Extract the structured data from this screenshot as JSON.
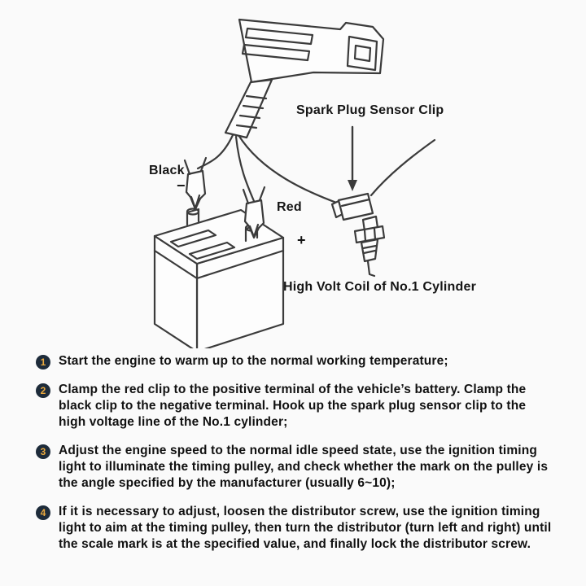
{
  "diagram": {
    "labels": {
      "sensor_clip": "Spark Plug Sensor Clip",
      "black": "Black",
      "black_sign": "−",
      "red": "Red",
      "red_sign": "+",
      "high_volt_coil": "High Volt Coil of No.1 Cylinder"
    },
    "parts": [
      "timing-light-gun",
      "battery",
      "black-clip",
      "red-clip",
      "spark-plug-sensor-clip",
      "spark-plug",
      "cables"
    ]
  },
  "colors": {
    "line": "#3b3b3b",
    "badge_bg": "#1d2b3a",
    "badge_fg": "#eaa93e",
    "background": "#fafafa",
    "text": "#111111"
  },
  "steps": [
    {
      "num": "1",
      "text": "Start the engine to warm up to the normal working temperature;"
    },
    {
      "num": "2",
      "text": "Clamp the red clip to the positive terminal of the vehicle’s battery. Clamp the black clip to the negative terminal. Hook up the spark plug sensor clip to the high voltage line of the No.1 cylinder;"
    },
    {
      "num": "3",
      "text": "Adjust the engine speed to the normal idle speed state, use the ignition timing light to illuminate the timing pulley, and check whether the mark on the pulley is the angle specified by the manufacturer (usually 6~10);"
    },
    {
      "num": "4",
      "text": "If it is necessary to adjust, loosen the distributor screw, use the ignition timing light to aim at the timing pulley, then turn the distributor (turn left and right) until the scale mark is at the specified value, and finally lock the distributor screw."
    }
  ]
}
